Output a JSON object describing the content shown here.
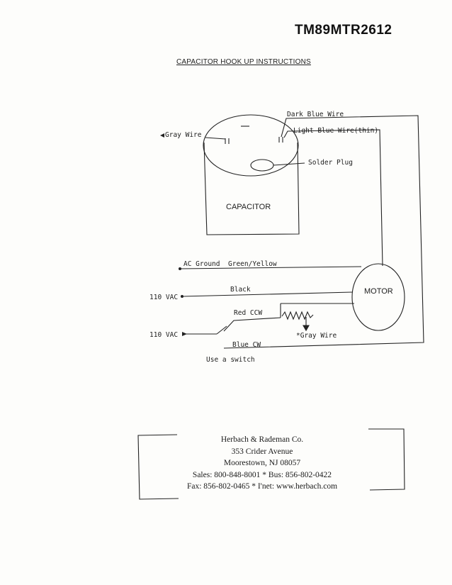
{
  "document_number": "TM89MTR2612",
  "title": "CAPACITOR HOOK UP INSTRUCTIONS",
  "diagram": {
    "capacitor_label": "CAPACITOR",
    "motor_label": "MOTOR",
    "dark_blue_wire": "Dark Blue Wire",
    "light_blue_wire": "Light Blue Wire(thin)",
    "gray_wire_left": "Gray Wire",
    "solder_plug": "Solder Plug",
    "ac_ground": "AC Ground",
    "green_yellow": "Green/Yellow",
    "vac_top": "110 VAC",
    "vac_bottom": "110 VAC",
    "black": "Black",
    "red_ccw": "Red  CCW",
    "gray_wire_right": "*Gray Wire",
    "blue_cw": "Blue  CW"
  },
  "switch_note": "Use a switch",
  "address": {
    "company": "Herbach & Rademan Co.",
    "street": "353 Crider Avenue",
    "city": "Moorestown, NJ  08057",
    "sales": "Sales: 800-848-8001 * Bus: 856-802-0422",
    "fax": "Fax: 856-802-0465 * I'net: www.herbach.com"
  }
}
